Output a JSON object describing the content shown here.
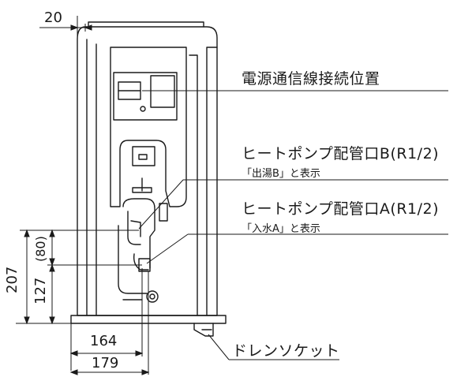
{
  "labels": {
    "power_comm_wire": "電源通信線接続位置",
    "heat_pump_port_b": "ヒートポンプ配管口B(R1/2)",
    "port_b_note": "「出湯B」と表示",
    "heat_pump_port_a": "ヒートポンプ配管口A(R1/2)",
    "port_a_note": "「入水A」と表示",
    "drain_socket": "ドレンソケット"
  },
  "dimensions": {
    "top_offset": "20",
    "height_b": "207",
    "height_a": "127",
    "gap_ab": "(80)",
    "depth_a": "164",
    "depth_b": "179"
  }
}
